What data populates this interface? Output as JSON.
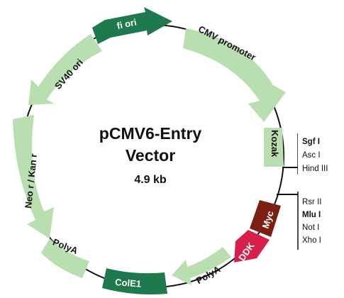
{
  "title_line1": "pCMV6-Entry",
  "title_line2": "Vector",
  "size": "4.9 kb",
  "features": {
    "fi_ori": "fi ori",
    "cmv_promoter": "CMV promoter",
    "kozak": "Kozak",
    "myc": "Myc",
    "ddk": "DDK",
    "polya_right": "PolyA",
    "cole1": "ColE1",
    "polya_left": "PolyA",
    "neo_kan": "Neo r / Kan r",
    "sv40_ori": "SV40 ori"
  },
  "site_box_1": [
    "Sgf I",
    "Asc I",
    "Hind III"
  ],
  "site_box_1_bold": [
    true,
    false,
    false
  ],
  "site_box_2": [
    "Rsr II",
    "Mlu I",
    "Not I",
    "Xho I"
  ],
  "site_box_2_bold": [
    false,
    true,
    false,
    false
  ],
  "colors": {
    "light_green": "#b9dfb0",
    "dark_green": "#1e7a4c",
    "myc_brown": "#7a1f12",
    "ddk_red": "#d6204a",
    "line": "#111111"
  }
}
